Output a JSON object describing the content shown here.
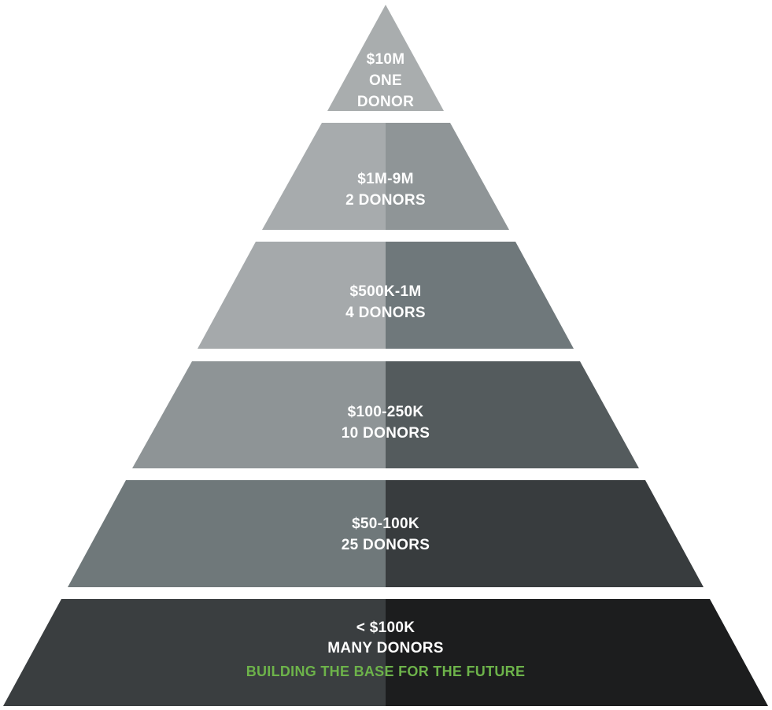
{
  "tiers": [
    {
      "lines": [
        "$10M",
        "ONE",
        "DONOR"
      ],
      "left_color": "#a9adae",
      "right_color": "#a9adae"
    },
    {
      "lines": [
        "$1M-9M",
        "2 DONORS"
      ],
      "left_color": "#a7abad",
      "right_color": "#8f9597"
    },
    {
      "lines": [
        "$500K-1M",
        "4 DONORS"
      ],
      "left_color": "#a5a9ab",
      "right_color": "#6f787b"
    },
    {
      "lines": [
        "$100-250K",
        "10 DONORS"
      ],
      "left_color": "#8e9496",
      "right_color": "#545b5d"
    },
    {
      "lines": [
        "$50-100K",
        "25 DONORS"
      ],
      "left_color": "#6f787a",
      "right_color": "#383c3e"
    },
    {
      "lines": [
        "< $100K",
        "MANY DONORS"
      ],
      "tagline": "BUILDING THE BASE FOR THE FUTURE",
      "left_color": "#3a3e40",
      "right_color": "#1c1d1e"
    }
  ],
  "colors": {
    "text": "#ffffff",
    "tagline": "#6db34a",
    "gap": "#ffffff"
  }
}
